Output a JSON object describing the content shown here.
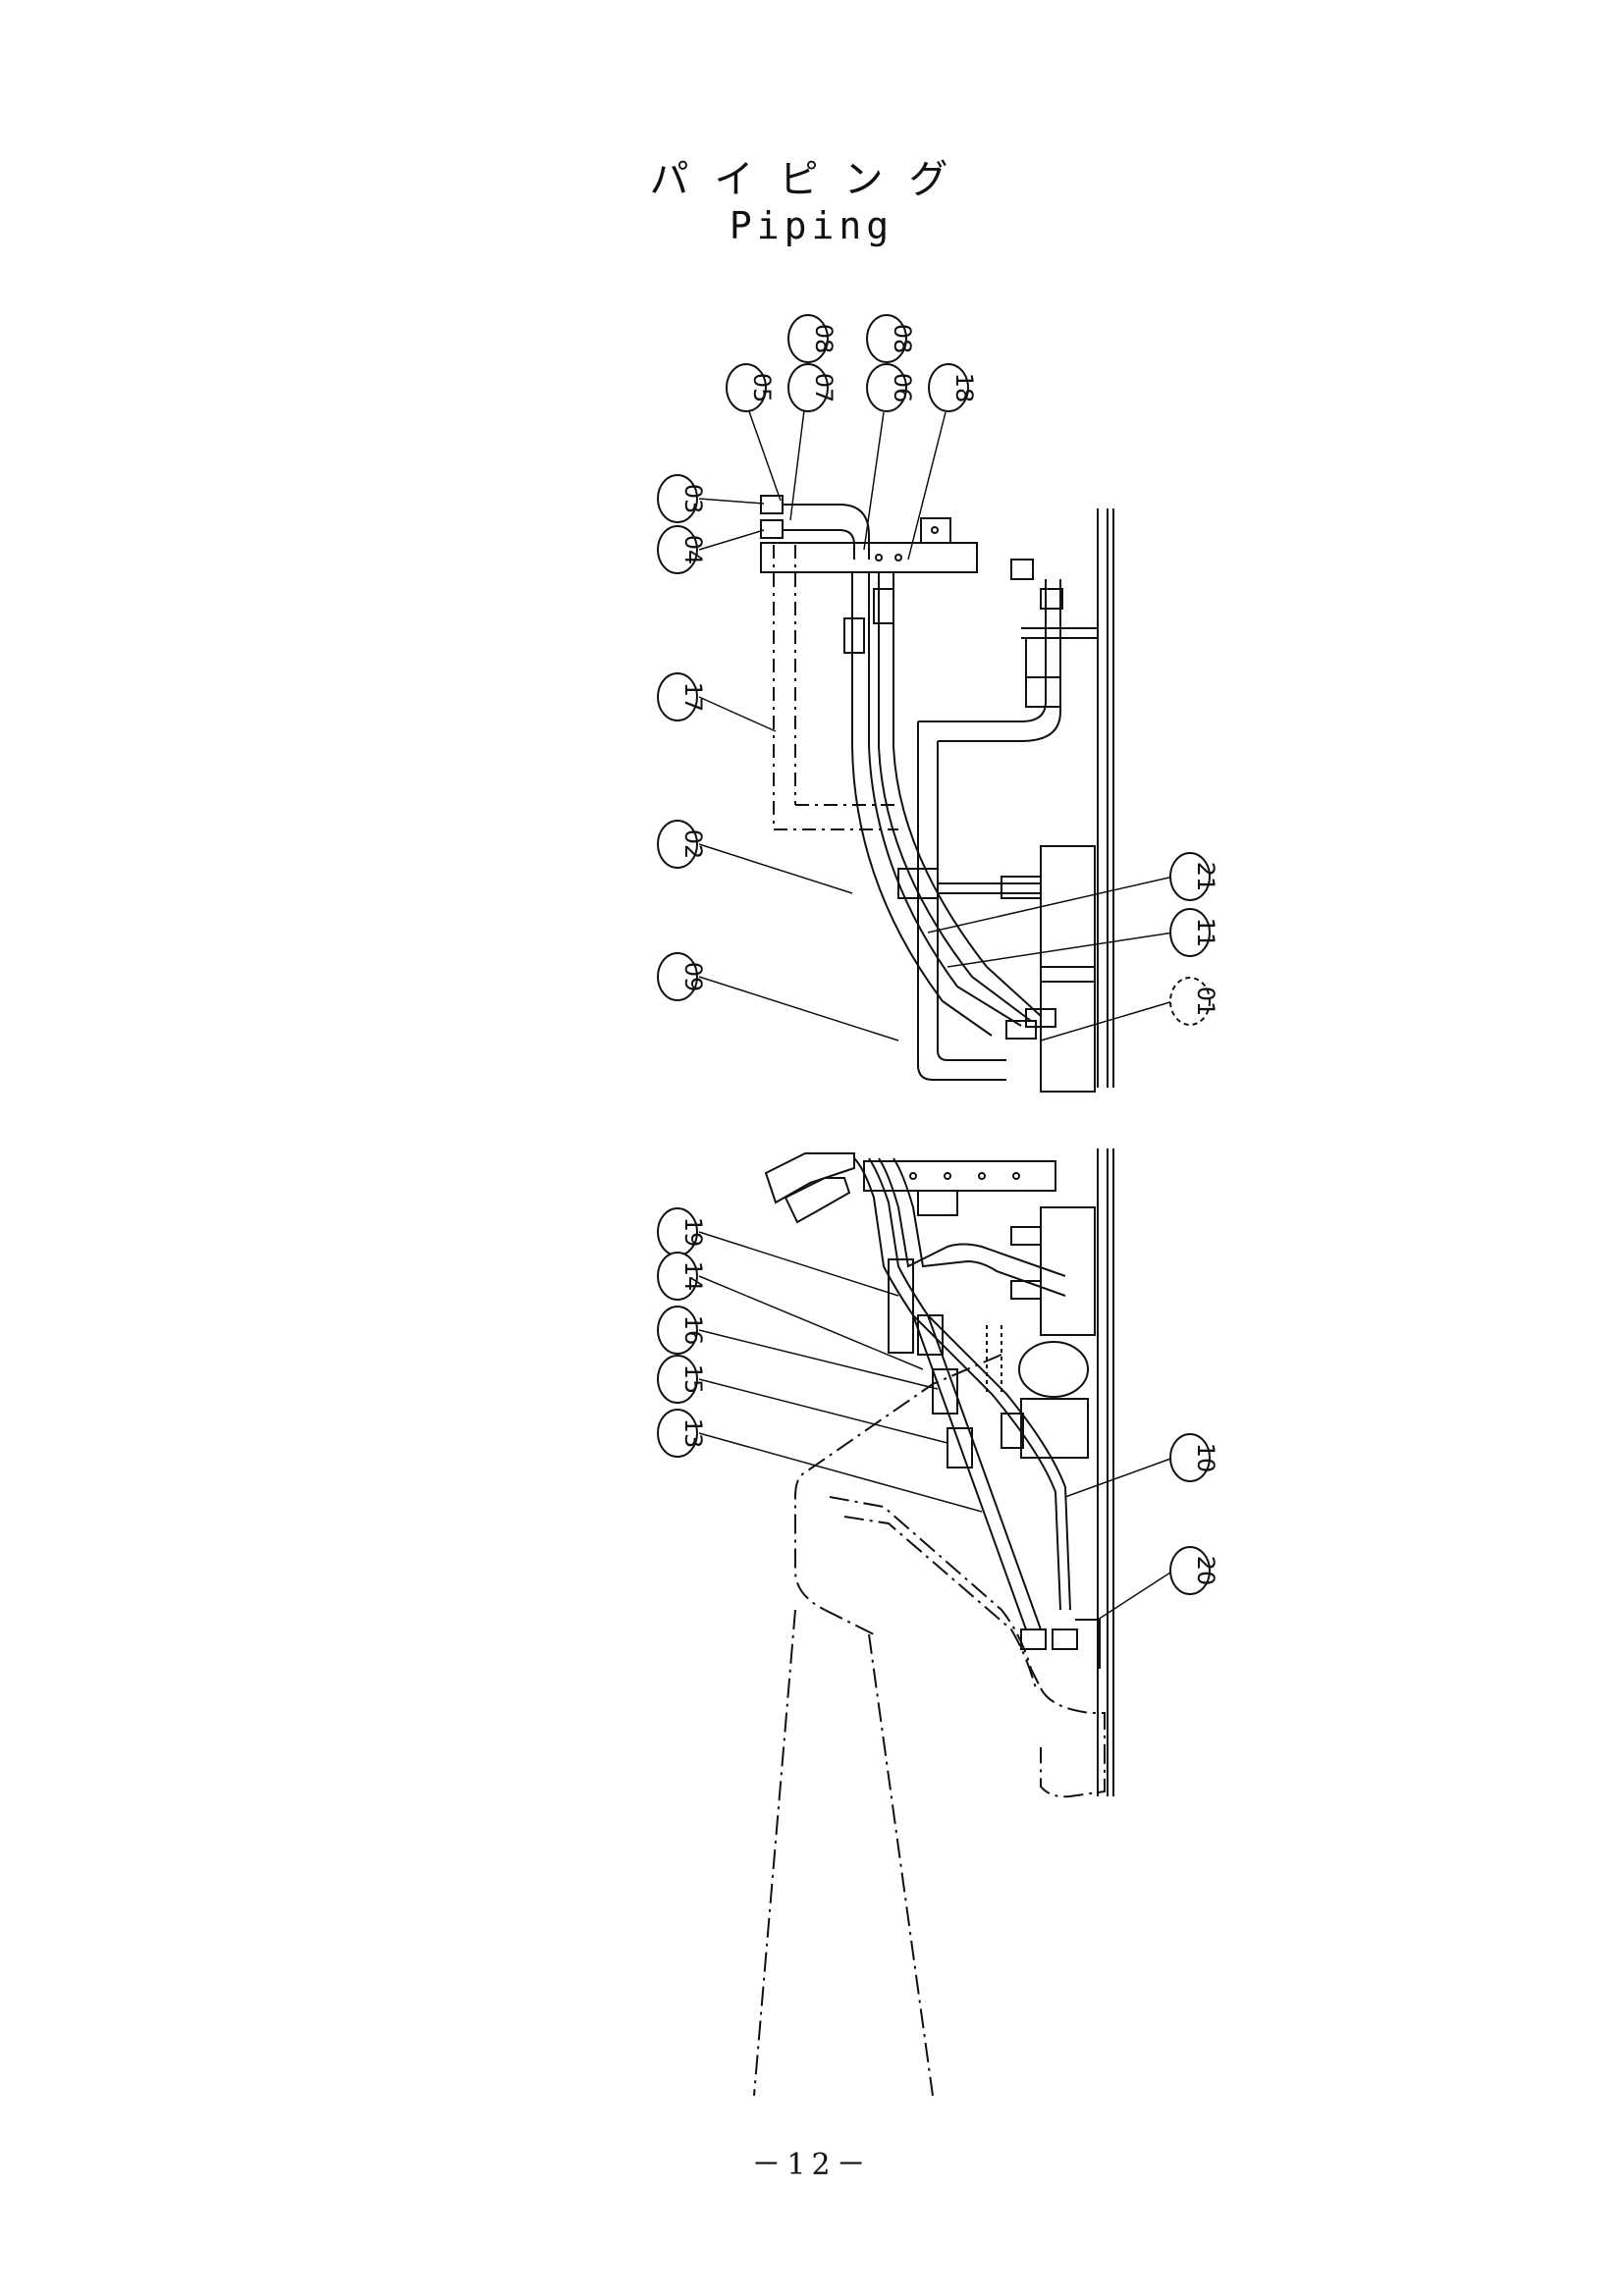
{
  "header": {
    "title_ja": "パイピング",
    "title_en": "Piping"
  },
  "callouts": {
    "upper": [
      "08",
      "08",
      "05",
      "07",
      "06",
      "18",
      "03",
      "04",
      "17",
      "02",
      "21",
      "11",
      "09",
      "01"
    ],
    "lower": [
      "19",
      "14",
      "16",
      "15",
      "13",
      "10",
      "20"
    ]
  },
  "footer": {
    "page_number": "－12－"
  }
}
